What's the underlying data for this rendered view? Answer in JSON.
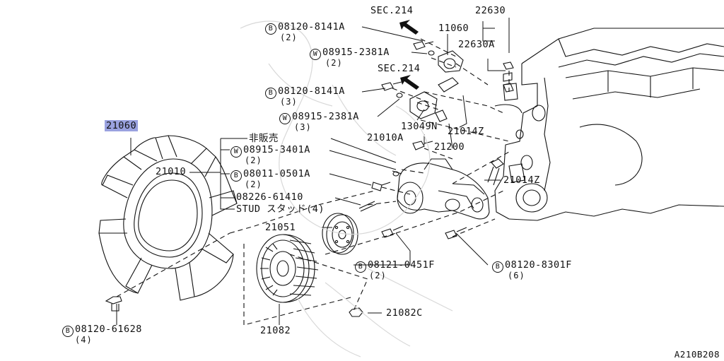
{
  "diagram": {
    "highlight_color": "#9aa2e0",
    "sec_labels": [
      "SEC.214",
      "SEC.214"
    ],
    "parts": {
      "fan": "21060",
      "fan_assembly": "21010",
      "water_inlet": "11060",
      "sensor_1": "22630",
      "sensor_1a": "22630A",
      "bypass": "13049N",
      "thermo_housing_bolt": "21010A",
      "thermostat": "21200",
      "switch_upper": "21014Z",
      "switch_lower": "21014Z",
      "pulley": "21051",
      "fan_clutch": "21082",
      "nut": "21082C",
      "not_for_sale": "非販売",
      "stud_part": "08226-61410",
      "stud_text": "STUD スタッド",
      "stud_qty": "(4)"
    },
    "fasteners": [
      {
        "type": "B",
        "num": "08120-8141A",
        "qty": "(2)"
      },
      {
        "type": "W",
        "num": "08915-2381A",
        "qty": "(2)"
      },
      {
        "type": "B",
        "num": "08120-8141A",
        "qty": "(3)"
      },
      {
        "type": "W",
        "num": "08915-2381A",
        "qty": "(3)"
      },
      {
        "type": "W",
        "num": "08915-3401A",
        "qty": "(2)"
      },
      {
        "type": "B",
        "num": "08011-0501A",
        "qty": "(2)"
      },
      {
        "type": "B",
        "num": "08121-0451F",
        "qty": "(2)"
      },
      {
        "type": "B",
        "num": "08120-8301F",
        "qty": "(6)"
      },
      {
        "type": "B",
        "num": "08120-61628",
        "qty": "(4)"
      }
    ],
    "ref_code": "A210B208"
  }
}
